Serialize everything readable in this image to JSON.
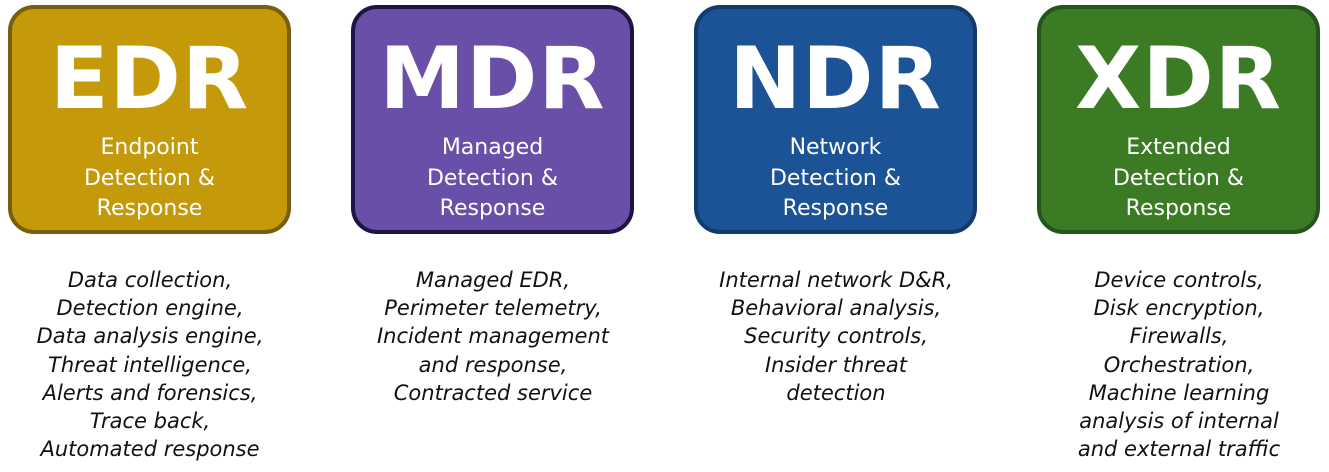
{
  "cards": [
    {
      "acronym": "EDR",
      "expansion": [
        "Endpoint",
        "Detection &",
        "Response"
      ],
      "fill": "#c49a0a",
      "border": "#7a5e10",
      "features": [
        "Data collection,",
        "Detection engine,",
        "Data analysis engine,",
        "Threat intelligence,",
        "Alerts and forensics,",
        "Trace back,",
        "Automated response"
      ]
    },
    {
      "acronym": "MDR",
      "expansion": [
        "Managed",
        "Detection &",
        "Response"
      ],
      "fill": "#6a4fa8",
      "border": "#1f1445",
      "features": [
        "Managed EDR,",
        "Perimeter telemetry,",
        "Incident management",
        "and response,",
        "Contracted service"
      ]
    },
    {
      "acronym": "NDR",
      "expansion": [
        "Network",
        "Detection &",
        "Response"
      ],
      "fill": "#1c5396",
      "border": "#123a6c",
      "features": [
        "Internal network D&R,",
        "Behavioral analysis,",
        "Security controls,",
        "Insider threat",
        "detection"
      ]
    },
    {
      "acronym": "XDR",
      "expansion": [
        "Extended",
        "Detection &",
        "Response"
      ],
      "fill": "#3b7b24",
      "border": "#24561a",
      "features": [
        "Device controls,",
        "Disk encryption,",
        "Firewalls,",
        "Orchestration,",
        "Machine learning",
        "analysis of internal",
        "and external traffic"
      ]
    }
  ]
}
